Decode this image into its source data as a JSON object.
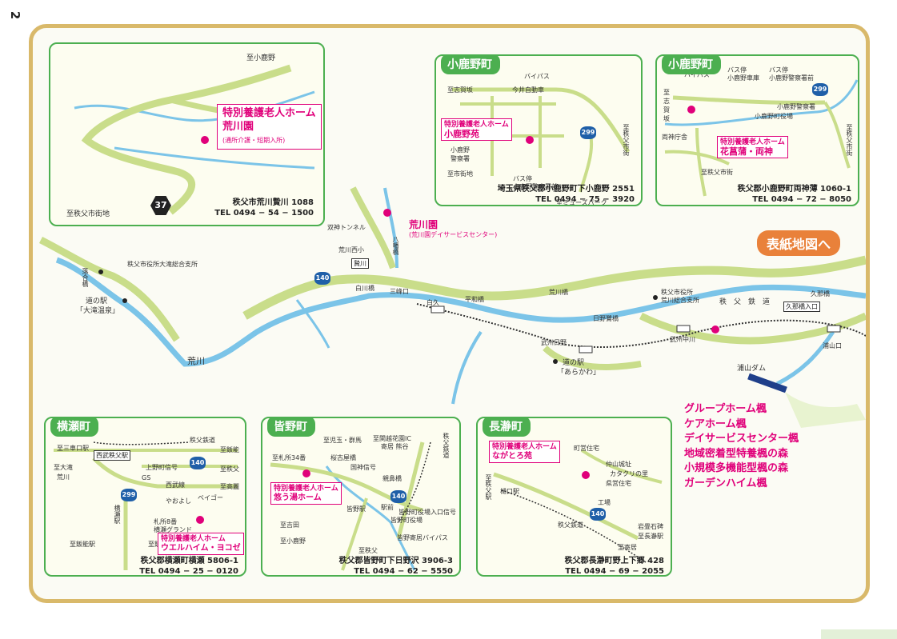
{
  "page_number": "2",
  "cover_link": "表紙地図へ",
  "colors": {
    "road": "#c9dd8a",
    "river": "#7bc4e8",
    "facility": "#e0007a",
    "inset_border": "#4caf50",
    "frame": "#d9b96a",
    "button": "#e9813a",
    "route": "#1f5fa8"
  },
  "arakawa_inset": {
    "to_ogano": "至小鹿野",
    "to_city": "至秩父市街地",
    "route_37": "37",
    "facility_name": "特別養護老人ホーム",
    "facility_name2": "荒川園",
    "facility_sub": "(通所介護・短期入所)",
    "address": "秩父市荒川贄川 1088",
    "tel": "TEL 0494 − 54 − 1500"
  },
  "ogano_inset1": {
    "title": "小鹿野町",
    "labels": {
      "bypass": "バイパス",
      "to_shishiga": "至志賀坂",
      "imai": "今井自動車",
      "police": "小鹿野警察署",
      "to_city": "至市街地",
      "bus": "バス停",
      "bus2": "小鹿野警察署前",
      "to_muse": "至ミューズパーク",
      "to_chichibu": "至秩父市街",
      "route": "299"
    },
    "facility_name": "特別養護老人ホーム",
    "facility_name2": "小鹿野苑",
    "address": "埼玉県秩父郡小鹿野町下小鹿野 2551",
    "tel": "TEL 0494 − 75 − 3920"
  },
  "ogano_inset2": {
    "title": "小鹿野町",
    "labels": {
      "bypass": "バイパス",
      "bus_a": "バス停",
      "bus_a2": "小鹿野車庫",
      "bus_b": "バス停",
      "bus_b2": "小鹿野警察署前",
      "police": "小鹿野警察署",
      "office": "小鹿野町役場",
      "to_shishiga": "至志賀坂",
      "ryokami": "両神庁舎",
      "to_city": "至秩父市街",
      "to_city2": "至秩父市街",
      "route": "299"
    },
    "facility_name": "特別養護老人ホーム",
    "facility_name2": "花菖蒲・両神",
    "address": "秩父郡小鹿野町両神薄 1060-1",
    "tel": "TEL 0494 − 72 − 8050"
  },
  "main_map": {
    "futagami_tunnel": "双神トンネル",
    "arakawa_west_school": "荒川西小",
    "nie": "贄川",
    "hachiman_bridge": "八幡橋",
    "arakawa_en": "荒川園",
    "arakawa_en_sub": "(荒川園デイサービスセンター)",
    "otaki_office": "秩父市役所大滝総合支所",
    "ochiai_bridge": "落合橋",
    "michinoeki_otaki": "道の駅",
    "otaki_onsen": "「大滝温泉」",
    "arakawa_river": "荒川",
    "shirakawa_bridge": "白川橋",
    "mitsumine_guchi": "三峰口",
    "shiroku": "白久",
    "heiwa_bridge": "平和橋",
    "arakawa_bridge": "荒川橋",
    "hino_bridge": "日野鷺橋",
    "arakawa_office": "秩父市役所",
    "arakawa_office2": "荒川総合支所",
    "chichibu_railway": "秩　父　鉄　道",
    "kuna_bridge": "久那橋",
    "kuna_entrance": "久那橋入口",
    "bushu_hino": "武州日野",
    "michinoeki_arakawa": "道の駅",
    "michinoeki_arakawa2": "「あらかわ」",
    "bushu_nakagawa": "武州中川",
    "urayama_guchi": "浦山口",
    "urayama_dam": "浦山ダム",
    "route_140": "140",
    "kaede_facilities": [
      "グループホーム楓",
      "ケアホーム楓",
      "デイサービスセンター楓",
      "地域密着型特養楓の森",
      "小規模多機能型楓の森",
      "ガーデンハイム楓"
    ]
  },
  "yokoze_inset": {
    "title": "横瀬町",
    "labels": {
      "to_sanbonguchi": "至三車口駅",
      "chichibu_line": "秩父鉄道",
      "to_higashi": "西武秩父駅",
      "to_ogano": "至飯能",
      "to_otaki": "至大滝",
      "arakawa": "荒川",
      "kamino": "上野町信号",
      "gs": "GS",
      "to_chichibu": "至秩父",
      "seibu": "西武線",
      "yokoze_eki": "横瀬駅",
      "to_komagatake": "至高麗",
      "yaoyoshi": "やおよし",
      "beigo": "ベイゴー",
      "sappro": "札所8番",
      "ground": "横瀬グランド",
      "to_hanno": "至飯能駅",
      "to_hanno2": "至飯能",
      "route140": "140",
      "route299": "299"
    },
    "facility_name": "特別養護老人ホーム",
    "facility_name2": "ウエルハイム・ヨコゼ",
    "address": "秩父郡横瀬町横瀬 5806-1",
    "tel": "TEL 0494 − 25 − 0120"
  },
  "minano_inset": {
    "title": "皆野町",
    "labels": {
      "to_kodama": "至児玉・群馬",
      "to_hanazono": "至関越花園IC",
      "yorii": "寄居 熊谷",
      "to_chichibu_line": "秩父鉄道",
      "to_34": "至札所34番",
      "bara": "桜古屋橋",
      "kokujin": "国神信号",
      "minano_eki": "皆野駅",
      "ekimae": "駅前",
      "oyahana": "親鼻橋",
      "office": "皆野町役場",
      "office_sig": "皆野町役場入口信号",
      "to_yoshida": "至吉田",
      "to_ogano": "至小鹿野",
      "bypass": "皆野寄居バイパス",
      "to_chichibu": "至秩父",
      "route140": "140"
    },
    "facility_name": "特別養護老人ホーム",
    "facility_name2": "悠う湯ホーム",
    "address": "秩父郡皆野町下日野沢 3906-3",
    "tel": "TEL 0494 − 62 − 5550"
  },
  "nagatoro_inset": {
    "title": "長瀞町",
    "labels": {
      "machiei": "町営住宅",
      "nakayama": "仲山城址",
      "kataguri": "カタクリの里",
      "kenei": "県営住宅",
      "to_chichibu": "至秩父駅",
      "higuchi": "樋口駅",
      "factory": "工場",
      "chichibu_rail": "秩父鉄道",
      "iwadatami": "岩畳石碑",
      "to_nagatoro": "至長瀞駅",
      "to_yorii": "至寄居",
      "route140": "140"
    },
    "facility_name": "特別養護老人ホーム",
    "facility_name2": "ながとろ苑",
    "address": "秩父郡長瀞町野上下郷 428",
    "tel": "TEL 0494 − 69 − 2055"
  }
}
